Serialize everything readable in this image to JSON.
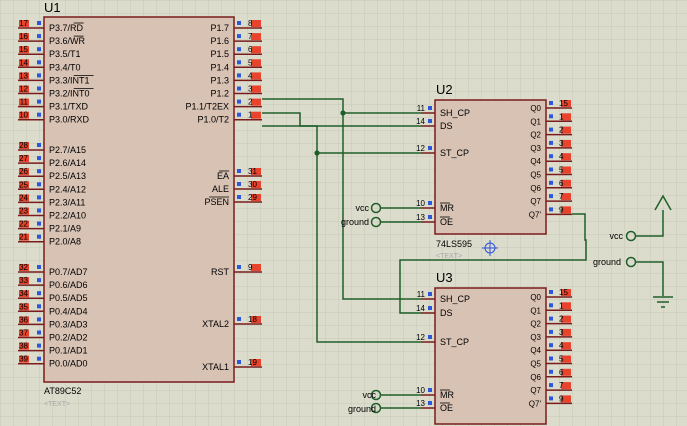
{
  "colors": {
    "background": "#dcdccc",
    "grid": "#c8c8b8",
    "chip_fill": "#d8c2b4",
    "chip_border": "#7a1c1c",
    "pin_stub": "#7a1c1c",
    "pin_number_box": "#e8432c",
    "pin_blue": "#2e56d8",
    "pin_label": "#000000",
    "wire": "#1f5e2a",
    "ref_label": "#000000",
    "text_placeholder": "#a8a8a8"
  },
  "u1": {
    "ref": "U1",
    "part": "AT89C52",
    "text_tag": "<TEXT>",
    "left_pins": [
      {
        "num": "17",
        "label": "P3.7/RD"
      },
      {
        "num": "16",
        "label": "P3.6/WR"
      },
      {
        "num": "15",
        "label": "P3.5/T1"
      },
      {
        "num": "14",
        "label": "P3.4/T0"
      },
      {
        "num": "13",
        "label": "P3.3/INT1"
      },
      {
        "num": "12",
        "label": "P3.2/INT0"
      },
      {
        "num": "11",
        "label": "P3.1/TXD"
      },
      {
        "num": "10",
        "label": "P3.0/RXD"
      },
      {
        "num": "28",
        "label": "P2.7/A15"
      },
      {
        "num": "27",
        "label": "P2.6/A14"
      },
      {
        "num": "26",
        "label": "P2.5/A13"
      },
      {
        "num": "25",
        "label": "P2.4/A12"
      },
      {
        "num": "24",
        "label": "P2.3/A11"
      },
      {
        "num": "23",
        "label": "P2.2/A10"
      },
      {
        "num": "22",
        "label": "P2.1/A9"
      },
      {
        "num": "21",
        "label": "P2.0/A8"
      },
      {
        "num": "32",
        "label": "P0.7/AD7"
      },
      {
        "num": "33",
        "label": "P0.6/AD6"
      },
      {
        "num": "34",
        "label": "P0.5/AD5"
      },
      {
        "num": "35",
        "label": "P0.4/AD4"
      },
      {
        "num": "36",
        "label": "P0.3/AD3"
      },
      {
        "num": "37",
        "label": "P0.2/AD2"
      },
      {
        "num": "38",
        "label": "P0.1/AD1"
      },
      {
        "num": "39",
        "label": "P0.0/AD0"
      }
    ],
    "right_pins": [
      {
        "num": "8",
        "label": "P1.7"
      },
      {
        "num": "7",
        "label": "P1.6"
      },
      {
        "num": "6",
        "label": "P1.5"
      },
      {
        "num": "5",
        "label": "P1.4"
      },
      {
        "num": "4",
        "label": "P1.3"
      },
      {
        "num": "3",
        "label": "P1.2"
      },
      {
        "num": "2",
        "label": "P1.1/T2EX"
      },
      {
        "num": "1",
        "label": "P1.0/T2"
      },
      {
        "num": "31",
        "label": "EA"
      },
      {
        "num": "30",
        "label": "ALE"
      },
      {
        "num": "29",
        "label": "PSEN"
      },
      {
        "num": "9",
        "label": "RST"
      },
      {
        "num": "18",
        "label": "XTAL2"
      },
      {
        "num": "19",
        "label": "XTAL1"
      }
    ]
  },
  "u2": {
    "ref": "U2",
    "part": "74LS595",
    "text_tag": "<TEXT>",
    "left_pins": [
      {
        "num": "11",
        "label": "SH_CP"
      },
      {
        "num": "14",
        "label": "DS"
      },
      {
        "num": "12",
        "label": "ST_CP"
      },
      {
        "num": "10",
        "label": "MR"
      },
      {
        "num": "13",
        "label": "OE"
      }
    ],
    "right_pins": [
      {
        "num": "15",
        "label": "Q0"
      },
      {
        "num": "1",
        "label": "Q1"
      },
      {
        "num": "2",
        "label": "Q2"
      },
      {
        "num": "3",
        "label": "Q3"
      },
      {
        "num": "4",
        "label": "Q4"
      },
      {
        "num": "5",
        "label": "Q5"
      },
      {
        "num": "6",
        "label": "Q6"
      },
      {
        "num": "7",
        "label": "Q7"
      },
      {
        "num": "9",
        "label": "Q7'"
      }
    ]
  },
  "u3": {
    "ref": "U3",
    "left_pins": [
      {
        "num": "11",
        "label": "SH_CP"
      },
      {
        "num": "14",
        "label": "DS"
      },
      {
        "num": "12",
        "label": "ST_CP"
      },
      {
        "num": "10",
        "label": "MR"
      },
      {
        "num": "13",
        "label": "OE"
      }
    ],
    "right_pins": [
      {
        "num": "15",
        "label": "Q0"
      },
      {
        "num": "1",
        "label": "Q1"
      },
      {
        "num": "2",
        "label": "Q2"
      },
      {
        "num": "3",
        "label": "Q3"
      },
      {
        "num": "4",
        "label": "Q4"
      },
      {
        "num": "5",
        "label": "Q5"
      },
      {
        "num": "6",
        "label": "Q6"
      },
      {
        "num": "7",
        "label": "Q7"
      },
      {
        "num": "9",
        "label": "Q7'"
      }
    ]
  },
  "terminals": {
    "vcc": "vcc",
    "ground": "ground"
  }
}
